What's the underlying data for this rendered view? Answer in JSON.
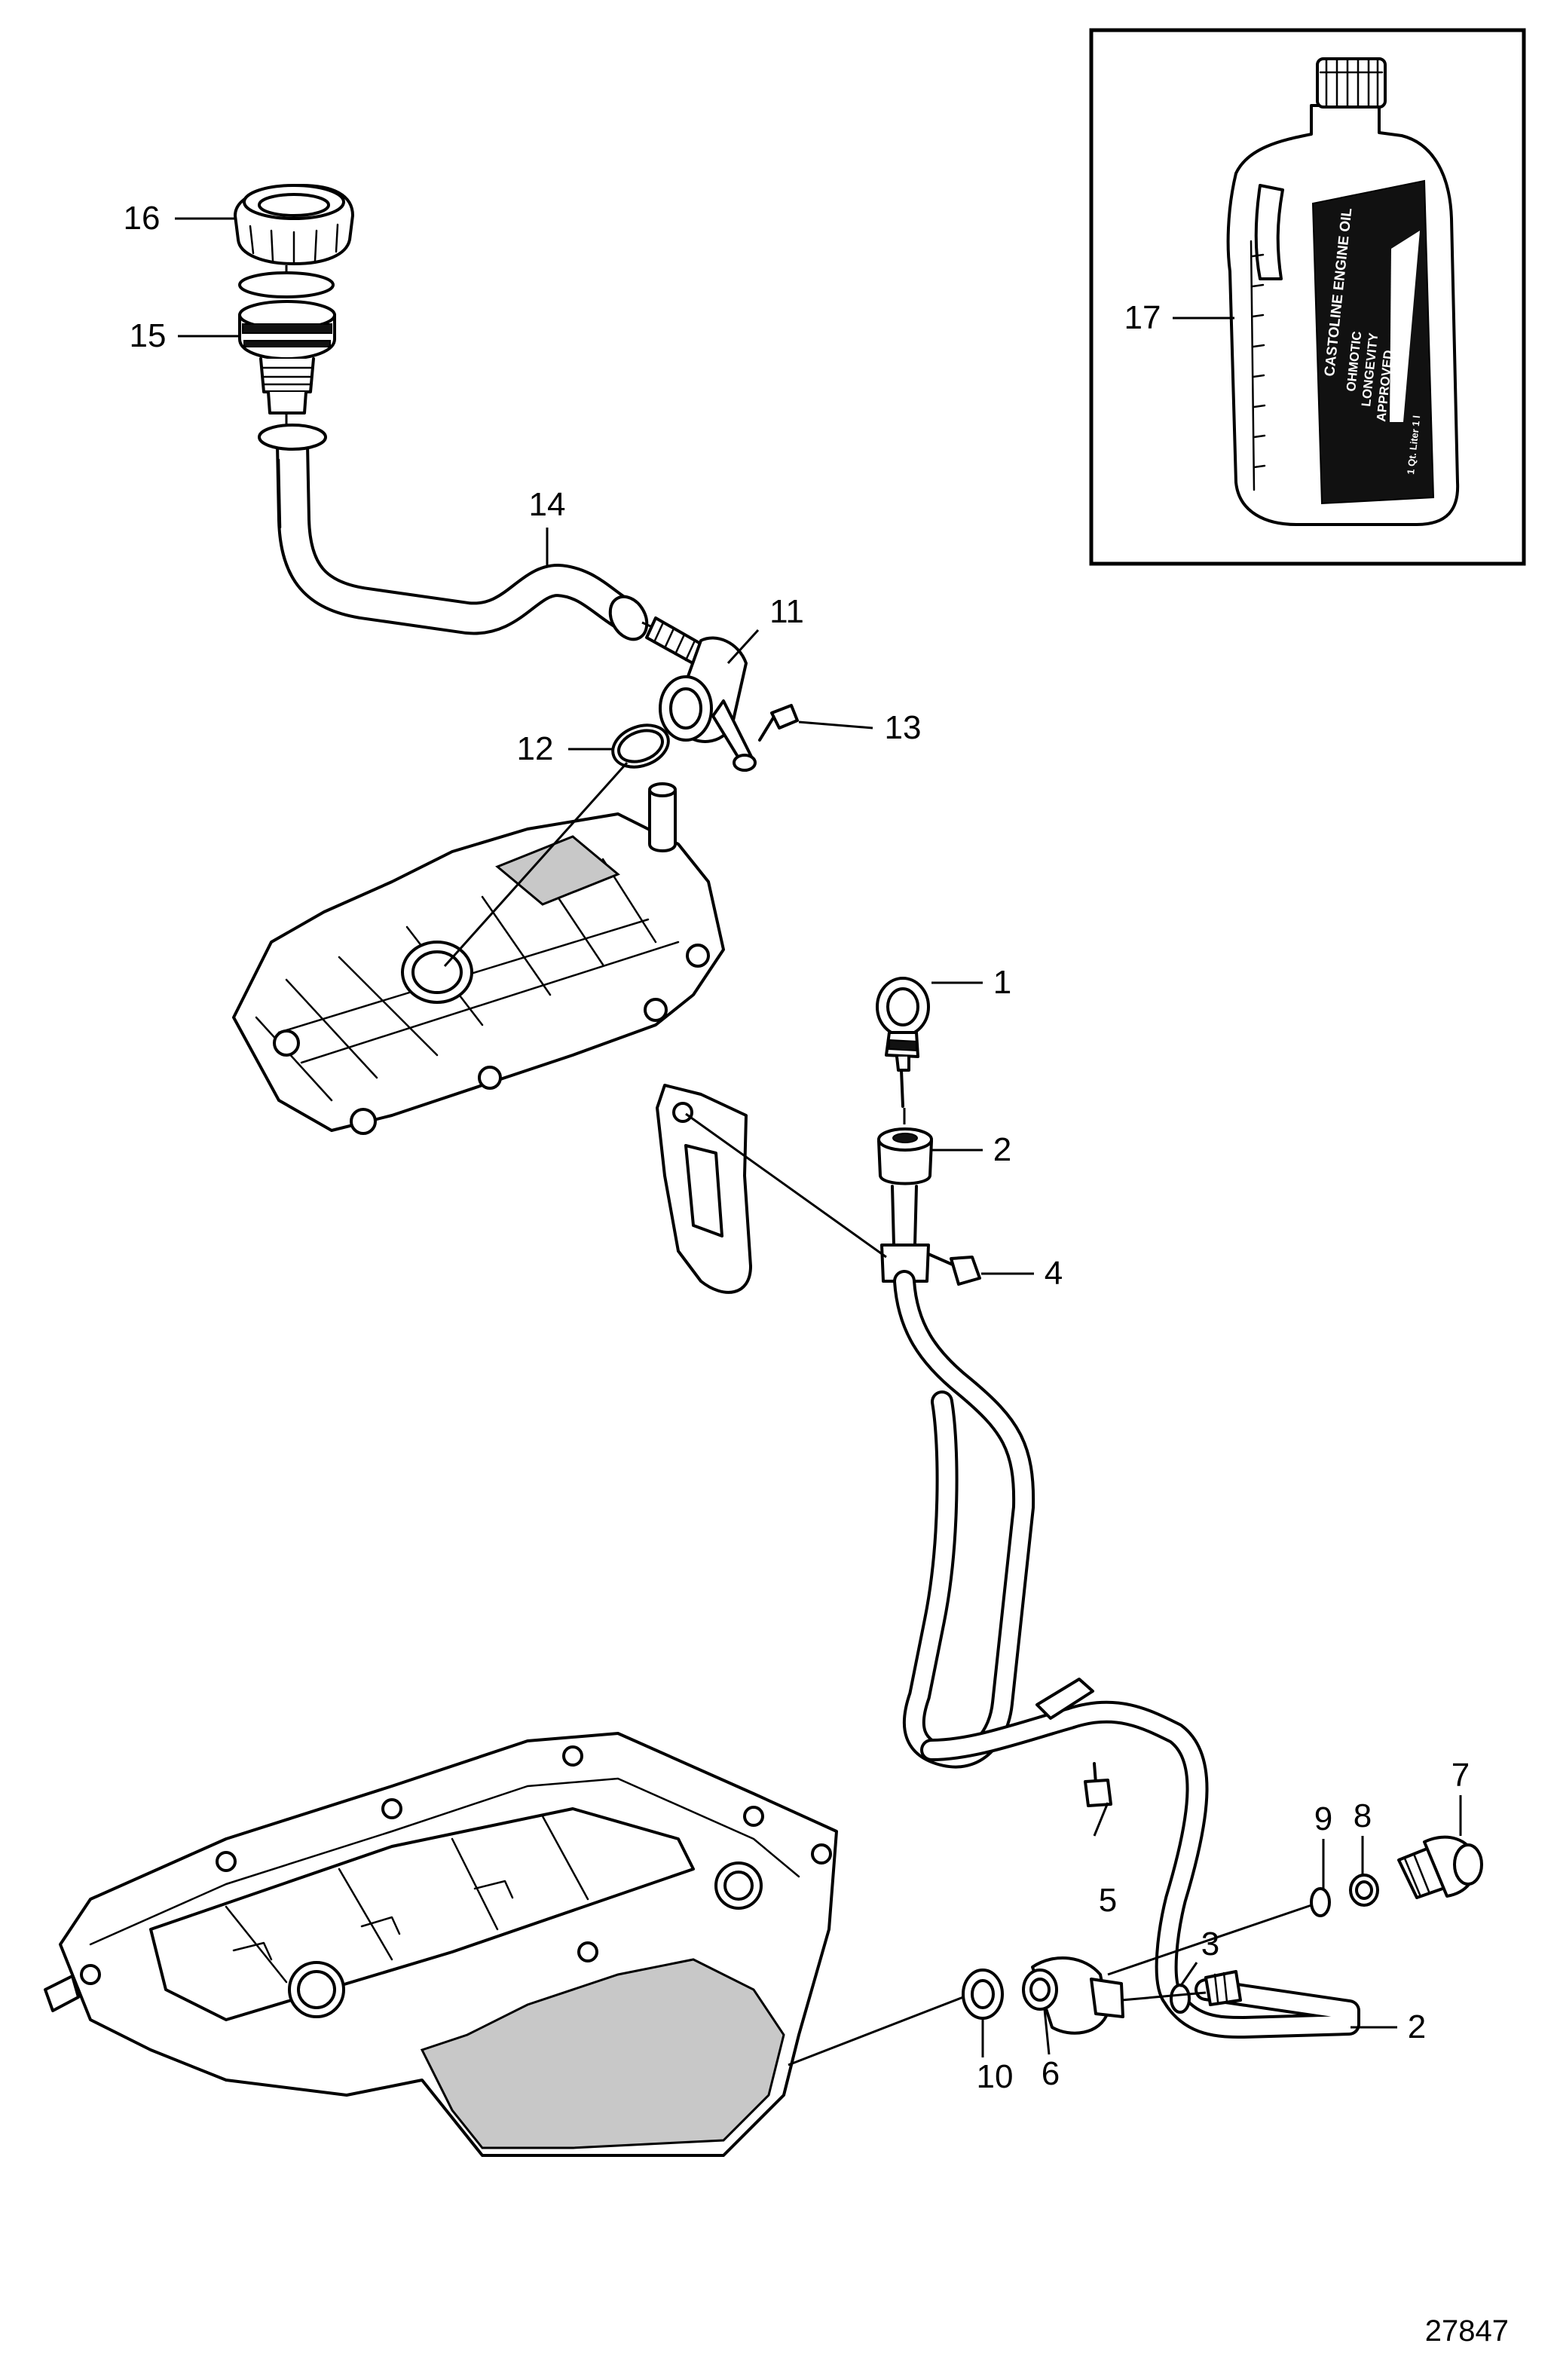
{
  "callouts": [
    {
      "id": "c1",
      "label": "1"
    },
    {
      "id": "c2a",
      "label": "2"
    },
    {
      "id": "c2b",
      "label": "2"
    },
    {
      "id": "c3",
      "label": "3"
    },
    {
      "id": "c4",
      "label": "4"
    },
    {
      "id": "c5",
      "label": "5"
    },
    {
      "id": "c6",
      "label": "6"
    },
    {
      "id": "c7",
      "label": "7"
    },
    {
      "id": "c8",
      "label": "8"
    },
    {
      "id": "c9",
      "label": "9"
    },
    {
      "id": "c10",
      "label": "10"
    },
    {
      "id": "c11",
      "label": "11"
    },
    {
      "id": "c12",
      "label": "12"
    },
    {
      "id": "c13",
      "label": "13"
    },
    {
      "id": "c14",
      "label": "14"
    },
    {
      "id": "c15",
      "label": "15"
    },
    {
      "id": "c16",
      "label": "16"
    },
    {
      "id": "c17",
      "label": "17"
    }
  ],
  "bottle_label": {
    "line1": "CASTOLINE ENGINE OIL",
    "line2": "OHMOTIC",
    "line3": "LONGEVITY",
    "line4": "APPROVED",
    "volume": "1 Qt. Liter 1 l"
  },
  "document_number": "27847"
}
